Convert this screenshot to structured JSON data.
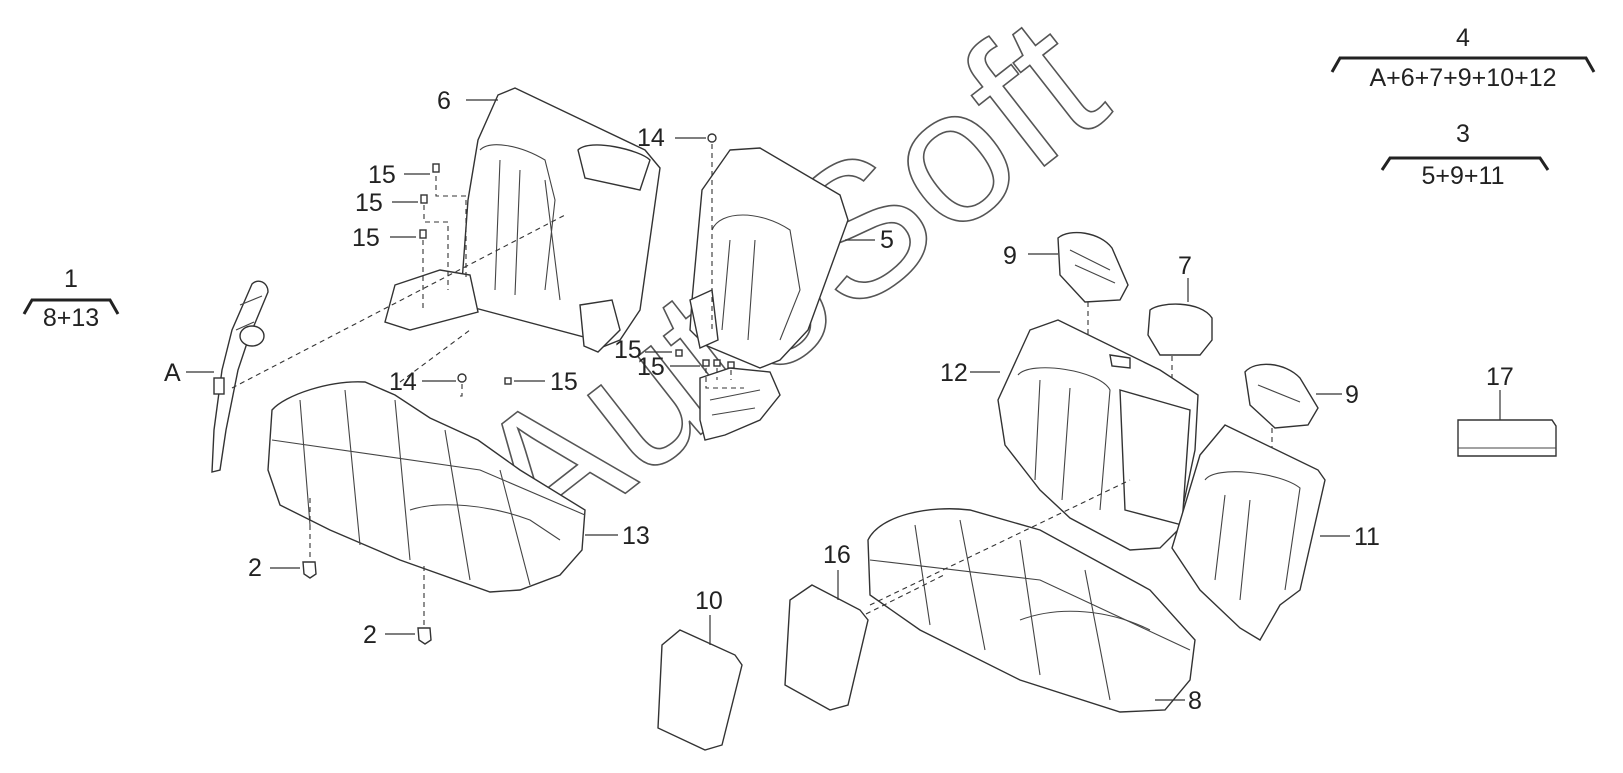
{
  "groups": [
    {
      "number": "1",
      "contents": "8+13"
    },
    {
      "number": "3",
      "contents": "5+9+11"
    },
    {
      "number": "4",
      "contents": "A+6+7+9+10+12"
    }
  ],
  "callouts": {
    "c_a": "A",
    "c_6": "6",
    "c_15a": "15",
    "c_15b": "15",
    "c_15c": "15",
    "c_14a": "14",
    "c_5": "5",
    "c_14b": "14",
    "c_15d": "15",
    "c_15e": "15",
    "c_15f": "15",
    "c_13": "13",
    "c_2a": "2",
    "c_2b": "2",
    "c_9a": "9",
    "c_7": "7",
    "c_12": "12",
    "c_9b": "9",
    "c_17": "17",
    "c_11": "11",
    "c_16": "16",
    "c_10": "10",
    "c_8": "8"
  },
  "watermark": "AutoSoft"
}
